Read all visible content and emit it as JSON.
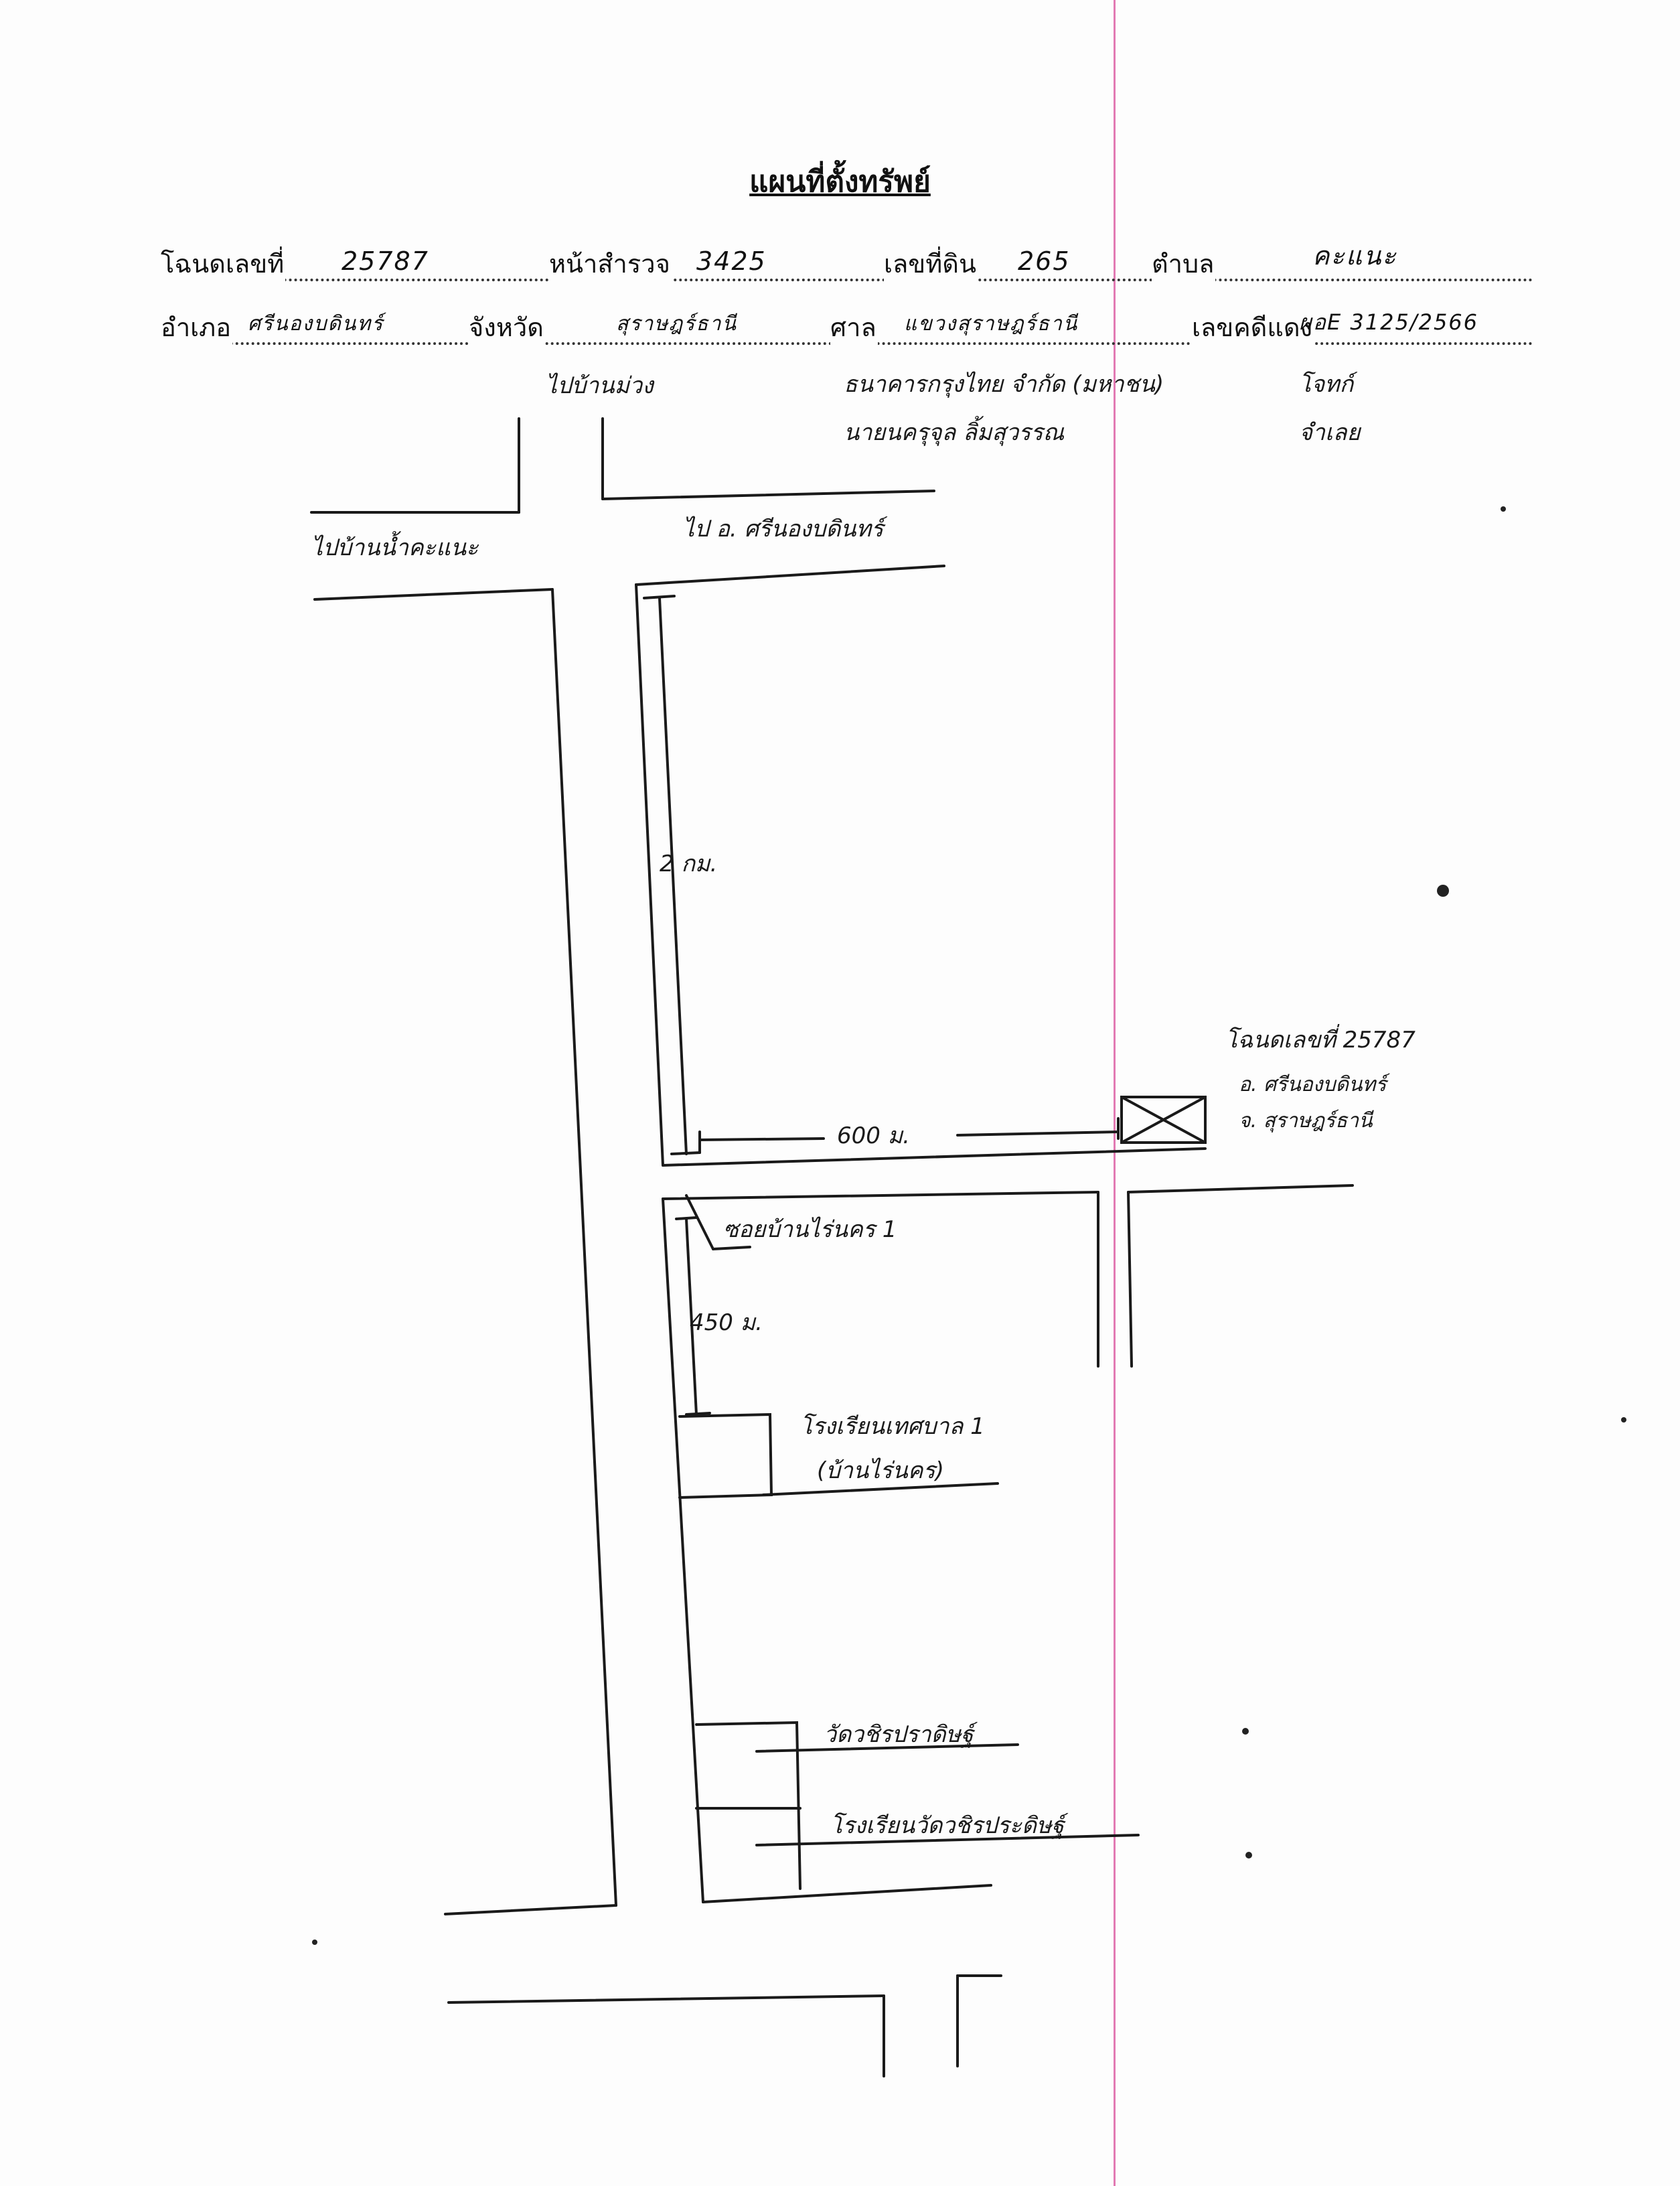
{
  "title": "แผนที่ตั้งทรัพย์",
  "header": {
    "deed_label": "โฉนดเลขที่",
    "deed_value": "25787",
    "survey_label": "หน้าสำรวจ",
    "survey_value": "3425",
    "land_no_label": "เลขที่ดิน",
    "land_no_value": "265",
    "subdistrict_label": "ตำบล",
    "subdistrict_value": "คะแนะ",
    "district_label": "อำเภอ",
    "district_value": "ศรีนองบดินทร์",
    "province_label": "จังหวัด",
    "province_value": "สุราษฎร์ธานี",
    "court_label": "ศาล",
    "court_value": "แขวงสุราษฎร์ธานี",
    "case_label": "เลขคดีแดง",
    "case_value": "ผอE 3125/2566"
  },
  "notes": {
    "plaintiff_line": "ธนาคารกรุงไทย จำกัด (มหาชน)",
    "plaintiff_role": "โจทก์",
    "defendant_line": "นายนครุจุล ลิ้มสุวรรณ",
    "defendant_role": "จำเลย"
  },
  "map": {
    "to_ban_muang": "ไปบ้านม่วง",
    "to_nam_kanae": "ไปบ้านน้ำคะแนะ",
    "to_amphoe": "ไป อ. ศรีนองบดินทร์",
    "distance_2km": "2 กม.",
    "distance_600m": "600 ม.",
    "distance_450m": "450 ม.",
    "soi_label": "ซอยบ้านไร่นคร 1",
    "school_label_1": "โรงเรียนเทศบาล 1",
    "school_label_2": "(บ้านไร่นคร)",
    "temple_label": "วัดวชิรปราดิษฐ์",
    "temple_school_label": "โรงเรียนวัดวชิรประดิษฐ์",
    "plot_deed": "โฉนดเลขที่ 25787",
    "plot_amphoe": "อ. ศรีนองบดินทร์",
    "plot_province": "จ. สุราษฎร์ธานี"
  }
}
